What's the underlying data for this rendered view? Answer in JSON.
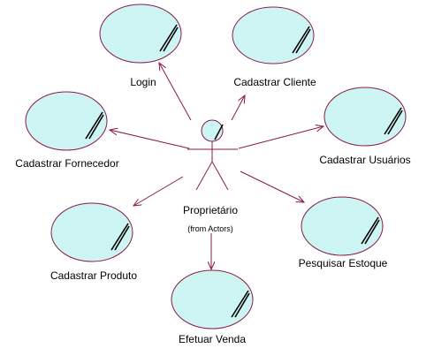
{
  "colors": {
    "usecase_fill": "#cdf5f3",
    "usecase_stroke": "#8b1a4a",
    "line": "#8b1a4a",
    "actor_fill": "#cdf5f3",
    "glint": "#000000"
  },
  "actor": {
    "name": "Proprietário",
    "note": "(from Actors)"
  },
  "use_cases": [
    {
      "id": "login",
      "label": "Login"
    },
    {
      "id": "cadastrar-cliente",
      "label": "Cadastrar Cliente"
    },
    {
      "id": "cadastrar-fornecedor",
      "label": "Cadastrar Fornecedor"
    },
    {
      "id": "cadastrar-usuarios",
      "label": "Cadastrar Usuários"
    },
    {
      "id": "cadastrar-produto",
      "label": "Cadastrar Produto"
    },
    {
      "id": "pesquisar-estoque",
      "label": "Pesquisar Estoque"
    },
    {
      "id": "efetuar-venda",
      "label": "Efetuar Venda"
    }
  ]
}
